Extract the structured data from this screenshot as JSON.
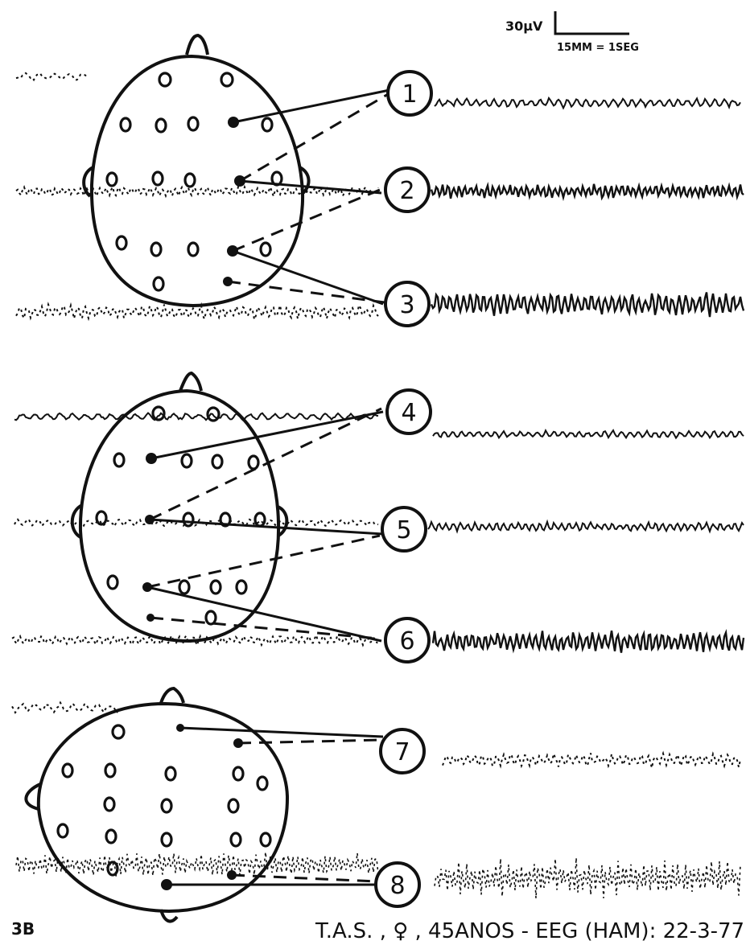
{
  "scale_bar": {
    "amplitude": "30μV",
    "time": "15MM = 1SEG"
  },
  "channels": [
    "1",
    "2",
    "3",
    "4",
    "5",
    "6",
    "7",
    "8"
  ],
  "figure_label": "3B",
  "caption": "T.A.S. , ♀ , 45ANOS - EEG (HAM): 22-3-77",
  "colors": {
    "ink": "#111111",
    "paper": "#ffffff"
  }
}
